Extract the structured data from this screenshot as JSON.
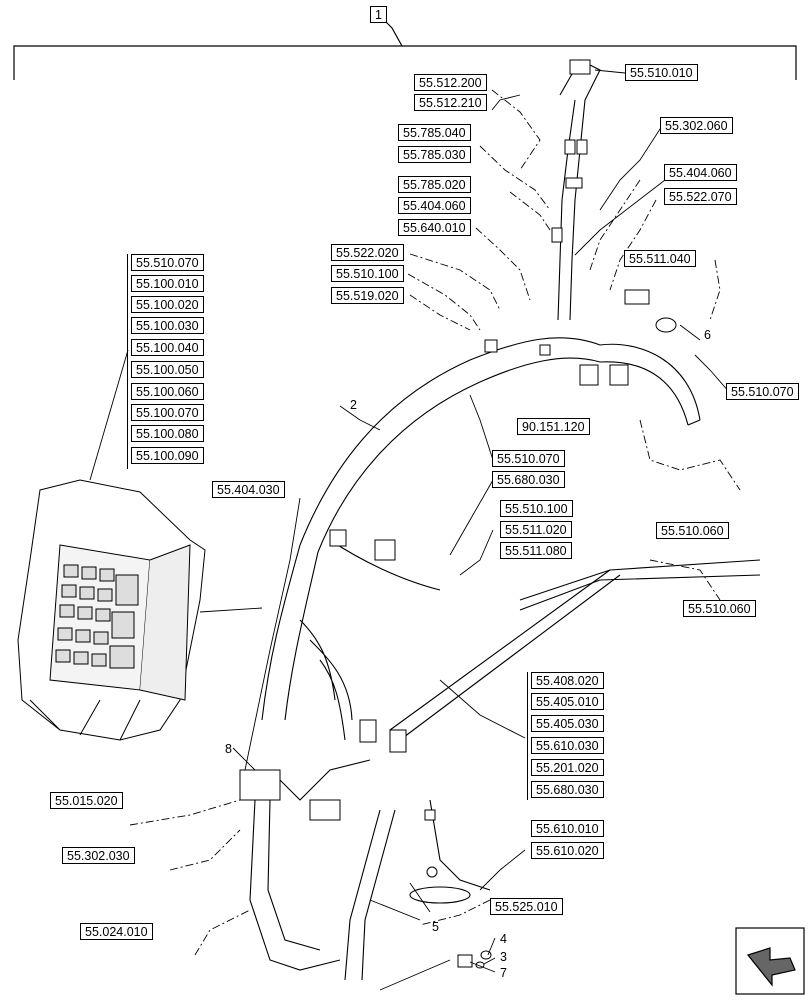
{
  "item_box": "1",
  "top_refs": {
    "r_512200": "55.512.200",
    "r_512210": "55.512.210",
    "r_510010": "55.510.010",
    "r_785040": "55.785.040",
    "r_785030": "55.785.030",
    "r_302060": "55.302.060",
    "r_785020": "55.785.020",
    "r_404060a": "55.404.060",
    "r_640010": "55.640.010",
    "r_404060b": "55.404.060",
    "r_522070": "55.522.070",
    "r_522020": "55.522.020",
    "r_510100a": "55.510.100",
    "r_519020": "55.519.020",
    "r_511040": "55.511.040",
    "r_510070a": "55.510.070",
    "r_151120": "90.151.120",
    "r_510070b": "55.510.070",
    "r_680030a": "55.680.030",
    "r_404030": "55.404.030",
    "r_510100b": "55.510.100",
    "r_511020": "55.511.020",
    "r_511080": "55.511.080",
    "r_510060a": "55.510.060",
    "r_510060b": "55.510.060"
  },
  "left_stack": [
    "55.510.070",
    "55.100.010",
    "55.100.020",
    "55.100.030",
    "55.100.040",
    "55.100.050",
    "55.100.060",
    "55.100.070",
    "55.100.080",
    "55.100.090"
  ],
  "right_stack": [
    "55.408.020",
    "55.405.010",
    "55.405.030",
    "55.610.030",
    "55.201.020",
    "55.680.030"
  ],
  "bottom_refs": {
    "r_015020": "55.015.020",
    "r_302030": "55.302.030",
    "r_024010": "55.024.010",
    "r_610010": "55.610.010",
    "r_610020": "55.610.020",
    "r_525010": "55.525.010"
  },
  "callouts": {
    "c2": "2",
    "c3": "3",
    "c4": "4",
    "c5": "5",
    "c6": "6",
    "c7": "7",
    "c8": "8"
  }
}
